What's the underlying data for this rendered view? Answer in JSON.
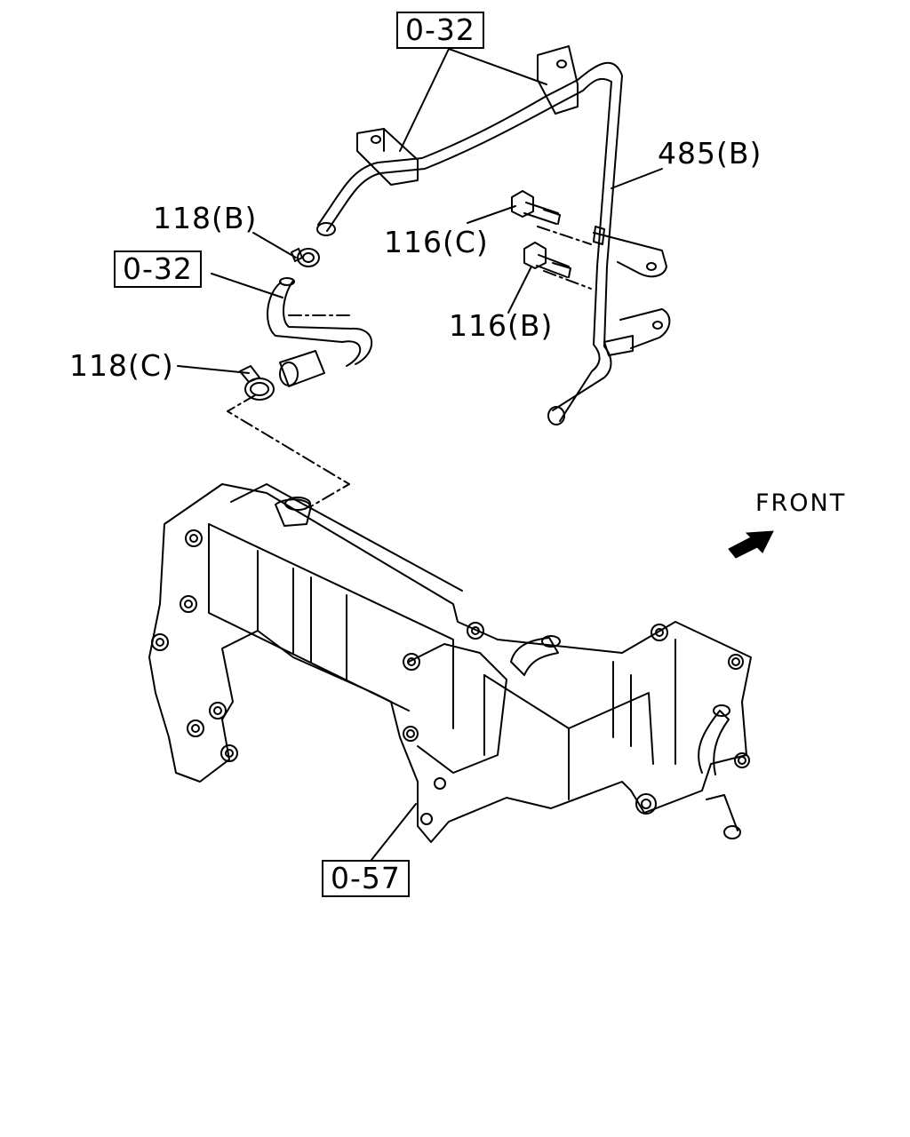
{
  "diagram": {
    "ref_boxes": {
      "top": "0-32",
      "left": "0-32",
      "bottom": "0-57"
    },
    "callouts": {
      "pipe_485b": "485(B)",
      "clamp_118b": "118(B)",
      "bolt_116c": "116(C)",
      "bolt_116b": "116(B)",
      "clamp_118c": "118(C)"
    },
    "direction": {
      "label": "FRONT",
      "arrow_icon": "front-arrow-icon"
    },
    "colors": {
      "line": "#000000",
      "background": "#ffffff"
    }
  }
}
